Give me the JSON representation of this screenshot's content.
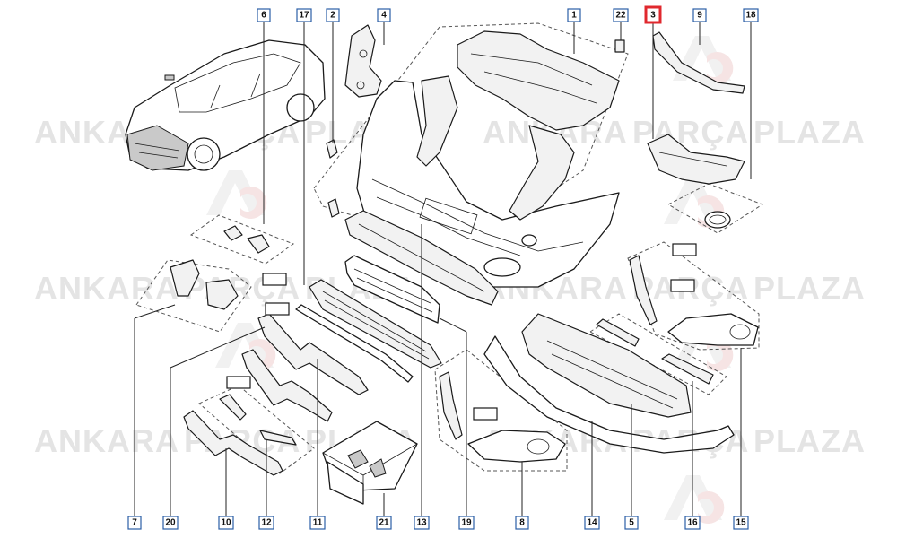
{
  "watermark": {
    "brand": [
      "ANKARA",
      "PARÇA",
      "PLAZA"
    ]
  },
  "callouts": [
    {
      "id": "c6",
      "label": "6"
    },
    {
      "id": "c17",
      "label": "17"
    },
    {
      "id": "c2",
      "label": "2"
    },
    {
      "id": "c4",
      "label": "4"
    },
    {
      "id": "c1",
      "label": "1"
    },
    {
      "id": "c22",
      "label": "22"
    },
    {
      "id": "c3",
      "label": "3",
      "highlighted": true
    },
    {
      "id": "c9",
      "label": "9"
    },
    {
      "id": "c18",
      "label": "18"
    },
    {
      "id": "c7",
      "label": "7"
    },
    {
      "id": "c20",
      "label": "20"
    },
    {
      "id": "c10",
      "label": "10"
    },
    {
      "id": "c12",
      "label": "12"
    },
    {
      "id": "c11",
      "label": "11"
    },
    {
      "id": "c21",
      "label": "21"
    },
    {
      "id": "c13",
      "label": "13"
    },
    {
      "id": "c19",
      "label": "19"
    },
    {
      "id": "c8",
      "label": "8"
    },
    {
      "id": "c14",
      "label": "14"
    },
    {
      "id": "c5",
      "label": "5"
    },
    {
      "id": "c16",
      "label": "16"
    },
    {
      "id": "c15",
      "label": "15"
    }
  ],
  "colors": {
    "callout_border": "#2b5fa6",
    "highlight": "#e0282e",
    "watermark": "#e4e4e4"
  }
}
